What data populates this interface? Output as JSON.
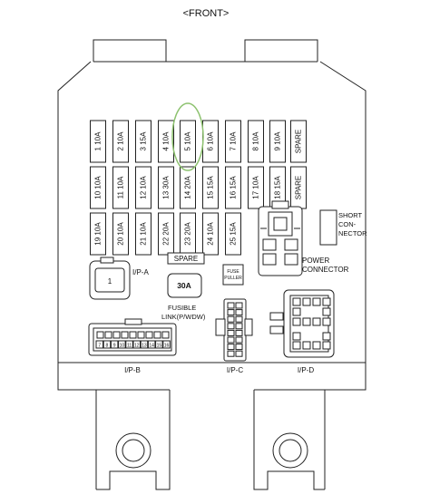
{
  "front_label": "<FRONT>",
  "fuses": [
    {
      "label": "1 10A"
    },
    {
      "label": "2 10A"
    },
    {
      "label": "3 15A"
    },
    {
      "label": "4 10A"
    },
    {
      "label": "5 10A"
    },
    {
      "label": "6 10A"
    },
    {
      "label": "7 10A"
    },
    {
      "label": "8 10A"
    },
    {
      "label": "9 10A"
    },
    {
      "label": "SPARE"
    },
    {
      "label": "10 10A"
    },
    {
      "label": "11 10A"
    },
    {
      "label": "12 10A"
    },
    {
      "label": "13 30A"
    },
    {
      "label": "14 20A"
    },
    {
      "label": "15 15A"
    },
    {
      "label": "16 15A"
    },
    {
      "label": "17 10A"
    },
    {
      "label": "18 15A"
    },
    {
      "label": "SPARE"
    },
    {
      "label": "19 10A"
    },
    {
      "label": "20 10A"
    },
    {
      "label": "21 10A"
    },
    {
      "label": "22 20A"
    },
    {
      "label": "23 20A"
    },
    {
      "label": "24 10A"
    },
    {
      "label": "25 15A"
    }
  ],
  "highlighted_fuse": "5 10A",
  "highlight_color": "#8dc26f",
  "short_connector_label": [
    "SHORT",
    "CON-",
    "NECTOR"
  ],
  "power_connector_label": [
    "POWER",
    "CONNECTOR"
  ],
  "ipa_number": "1",
  "ipa_label": "I/P-A",
  "spare_label": "SPARE",
  "fusible_value": "30A",
  "fusible_label": [
    "FUSIBLE",
    "LINK(P/WDW)"
  ],
  "fuse_puller_label": [
    "FUSE",
    "PULLER"
  ],
  "ipb_label": "I/P-B",
  "ipb_pins": [
    "7",
    "8",
    "9",
    "10",
    "11",
    "12",
    "13",
    "14",
    "15",
    "16"
  ],
  "ipc_label": "I/P-C",
  "ipd_label": "I/P-D"
}
